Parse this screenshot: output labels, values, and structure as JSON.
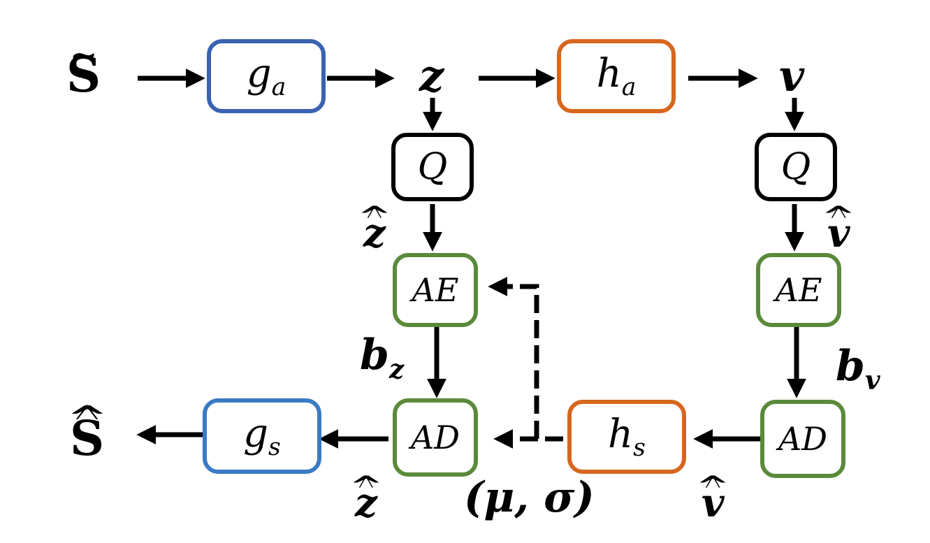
{
  "boxes": {
    "ga": {
      "main": "g",
      "sub": "a"
    },
    "ha": {
      "main": "h",
      "sub": "a"
    },
    "q_left": {
      "main": "Q"
    },
    "q_right": {
      "main": "Q"
    },
    "ae_left": {
      "main": "AE"
    },
    "ae_right": {
      "main": "AE"
    },
    "ad_left": {
      "main": "AD"
    },
    "ad_right": {
      "main": "AD"
    },
    "gs": {
      "main": "g",
      "sub": "s"
    },
    "hs": {
      "main": "h",
      "sub": "s"
    }
  },
  "labels": {
    "s_tilde": "S",
    "z": "z",
    "v": "v",
    "z_hat_top": "z",
    "v_hat_top": "v",
    "bz_main": "b",
    "bz_sub": "z",
    "bv_main": "b",
    "bv_sub": "v",
    "s_hat": "S",
    "z_hat_bottom": "z",
    "mu_sigma": "(μ, σ)",
    "v_hat_bottom": "v"
  },
  "colors": {
    "blue": "#3a62b0",
    "orange": "#d7661e",
    "black": "#000000",
    "green": "#5a8a3a"
  }
}
